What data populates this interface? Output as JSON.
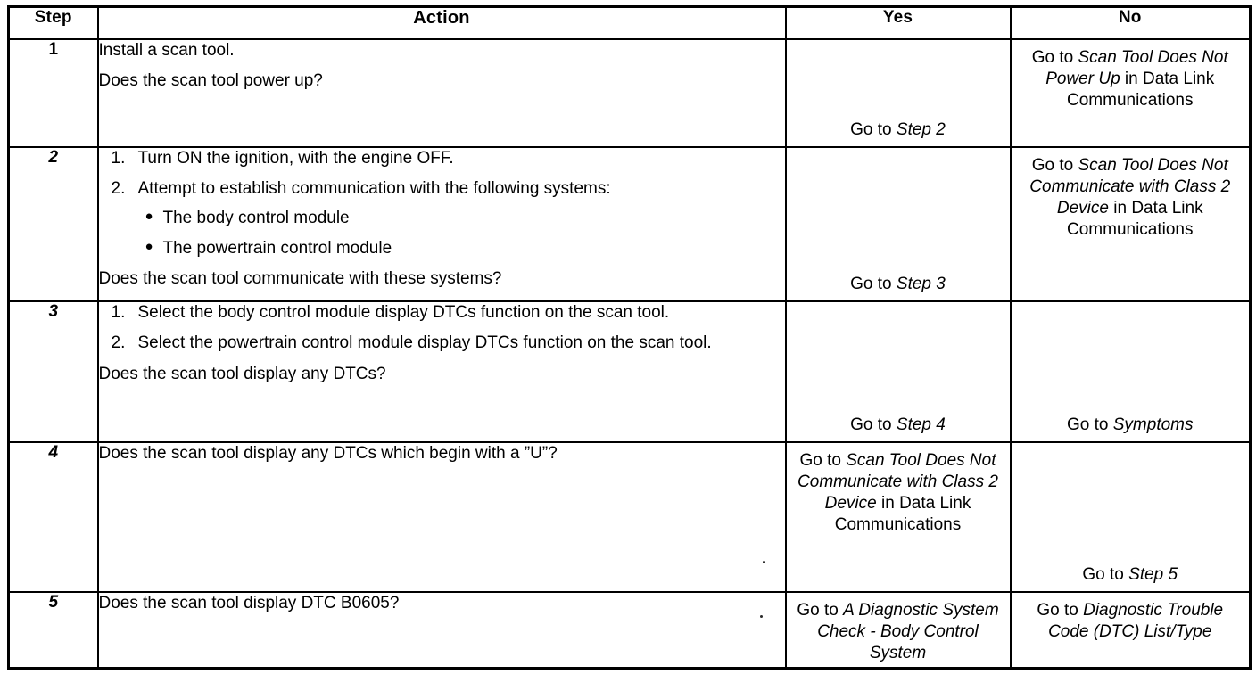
{
  "table": {
    "headers": {
      "step": "Step",
      "action": "Action",
      "yes": "Yes",
      "no": "No"
    },
    "rows": [
      {
        "step": "1",
        "step_italic": false,
        "action_lines": [
          "Install a scan tool.",
          "Does the scan tool power up?"
        ],
        "yes": {
          "segments": [
            {
              "text": "Go to ",
              "italic": false
            },
            {
              "text": "Step 2",
              "italic": true
            }
          ],
          "align": "bottom"
        },
        "no": {
          "segments": [
            {
              "text": "Go to ",
              "italic": false
            },
            {
              "text": "Scan Tool Does Not Power Up",
              "italic": true
            },
            {
              "text": " in Data Link Communications",
              "italic": false
            }
          ],
          "align": "top"
        }
      },
      {
        "step": "2",
        "step_italic": true,
        "numbered": [
          {
            "num": "1.",
            "text": "Turn ON the ignition, with the engine OFF."
          },
          {
            "num": "2.",
            "text": "Attempt to establish communication with the following systems:",
            "bullets": [
              "The body control module",
              "The powertrain control module"
            ]
          }
        ],
        "question": "Does the scan tool communicate with these systems?",
        "yes": {
          "segments": [
            {
              "text": "Go to ",
              "italic": false
            },
            {
              "text": "Step 3",
              "italic": true
            }
          ],
          "align": "bottom"
        },
        "no": {
          "segments": [
            {
              "text": "Go to ",
              "italic": false
            },
            {
              "text": "Scan Tool Does Not Communicate with Class 2 Device",
              "italic": true
            },
            {
              "text": " in Data Link Communications",
              "italic": false
            }
          ],
          "align": "top"
        }
      },
      {
        "step": "3",
        "step_italic": true,
        "numbered": [
          {
            "num": "1.",
            "text": "Select the body control module display DTCs function on the scan tool."
          },
          {
            "num": "2.",
            "text": "Select the powertrain control module display DTCs function on the scan tool."
          }
        ],
        "question": "Does the scan tool display any DTCs?",
        "yes": {
          "segments": [
            {
              "text": "Go to ",
              "italic": false
            },
            {
              "text": "Step 4",
              "italic": true
            }
          ],
          "align": "bottom"
        },
        "no": {
          "segments": [
            {
              "text": "Go to ",
              "italic": false
            },
            {
              "text": "Symptoms",
              "italic": true
            }
          ],
          "align": "bottom"
        }
      },
      {
        "step": "4",
        "step_italic": true,
        "action_lines": [
          "Does the scan tool display any DTCs which begin with a ”U”?"
        ],
        "yes": {
          "segments": [
            {
              "text": "Go to ",
              "italic": false
            },
            {
              "text": "Scan Tool Does Not Communicate with Class 2 Device",
              "italic": true
            },
            {
              "text": " in Data Link Communications",
              "italic": false
            }
          ],
          "align": "top"
        },
        "no": {
          "segments": [
            {
              "text": "Go to ",
              "italic": false
            },
            {
              "text": "Step 5",
              "italic": true
            }
          ],
          "align": "bottom"
        }
      },
      {
        "step": "5",
        "step_italic": true,
        "action_lines": [
          "Does the scan tool display DTC B0605?"
        ],
        "yes": {
          "segments": [
            {
              "text": "Go to ",
              "italic": false
            },
            {
              "text": "A Diagnostic System Check - Body Control System",
              "italic": true
            }
          ],
          "align": "top"
        },
        "no": {
          "segments": [
            {
              "text": "Go to ",
              "italic": false
            },
            {
              "text": "Diagnostic Trouble Code (DTC) List/Type",
              "italic": true
            }
          ],
          "align": "top"
        }
      }
    ]
  }
}
